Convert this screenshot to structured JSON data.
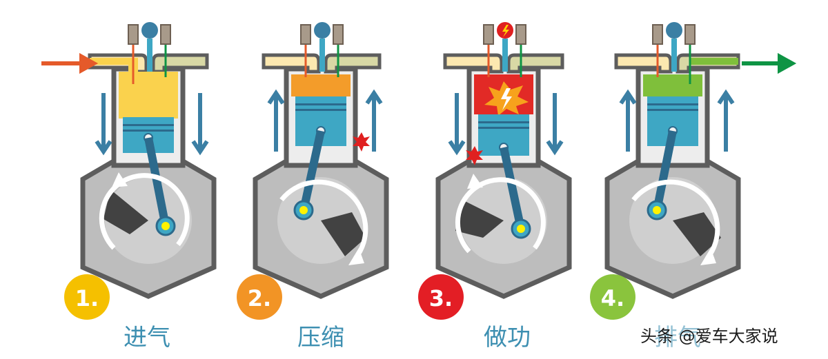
{
  "colors": {
    "casing": "#bdbdbd",
    "casing_border": "#5d5d5d",
    "piston": "#3ea7c4",
    "rod": "#2c6a8c",
    "arrow": "#3b7fa4",
    "intake_arrow": "#e55a2a",
    "exhaust_arrow": "#0e9444",
    "pipe": "#fce8b0",
    "exhaust_pipe": "#d8d8a5",
    "spark": "#e02020"
  },
  "strokes": [
    {
      "number": "1.",
      "name": "进气",
      "badge_color": "#f5c000",
      "gas_color": "#fad24d"
    },
    {
      "number": "2.",
      "name": "压缩",
      "badge_color": "#f29425",
      "gas_color": "#f39c2a"
    },
    {
      "number": "3.",
      "name": "做功",
      "badge_color": "#e31e25",
      "gas_color": "#e22a26"
    },
    {
      "number": "4.",
      "name": "排气",
      "badge_color": "#8ac43d",
      "gas_color": "#7fbf3b"
    }
  ],
  "watermark": "头条 @爱车大家说"
}
